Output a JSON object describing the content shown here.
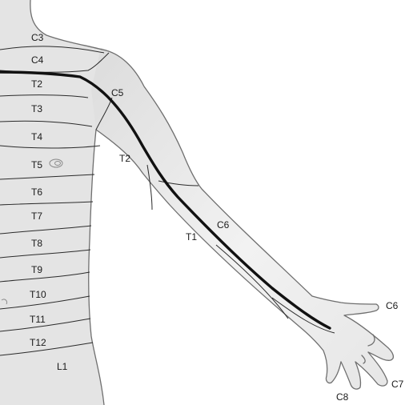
{
  "diagram": {
    "colors": {
      "skin_fill": "#e4e4e4",
      "outline": "#6f6f6f",
      "segment_line": "#2b2b2b",
      "highlight_line": "#111111",
      "label": "#1a1a1a"
    },
    "labels": {
      "c3": "C3",
      "c4": "C4",
      "t2_chest": "T2",
      "c5": "C5",
      "t3": "T3",
      "t4": "T4",
      "t2_arm": "T2",
      "t5": "T5",
      "t6": "T6",
      "t1": "T1",
      "c6_forearm": "C6",
      "t7": "T7",
      "t8": "T8",
      "t9": "T9",
      "t10": "T10",
      "c6_thumb": "C6",
      "t11": "T11",
      "t12": "T12",
      "l1": "L1",
      "c7": "C7",
      "c8": "C8"
    }
  }
}
